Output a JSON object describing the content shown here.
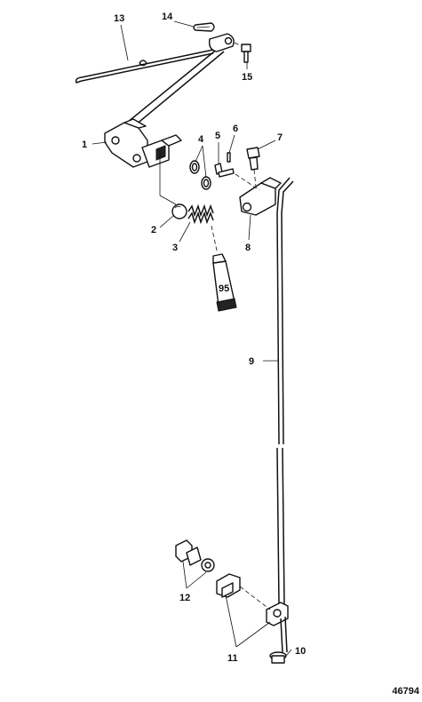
{
  "callouts": {
    "c1": "1",
    "c2": "2",
    "c3": "3",
    "c4": "4",
    "c5": "5",
    "c6": "6",
    "c7": "7",
    "c8": "8",
    "c9": "9",
    "c10": "10",
    "c11": "11",
    "c12": "12",
    "c13": "13",
    "c14": "14",
    "c15": "15"
  },
  "tube_label": "95",
  "reference_number": "46794"
}
